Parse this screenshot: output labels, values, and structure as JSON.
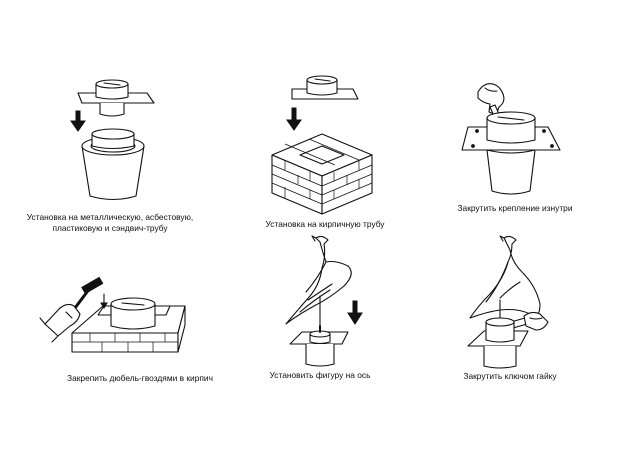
{
  "steps": [
    {
      "id": "step-1",
      "caption_lines": [
        "Установка на металлическую, асбестовую,",
        "пластиковую и сэндвич-трубу"
      ]
    },
    {
      "id": "step-2",
      "caption_lines": [
        "Установка на кирпичную трубу"
      ]
    },
    {
      "id": "step-3",
      "caption_lines": [
        "Закрутить крепление изнутри"
      ]
    },
    {
      "id": "step-4",
      "caption_lines": [
        "Закрепить дюбель-гвоздями в кирпич"
      ]
    },
    {
      "id": "step-5",
      "caption_lines": [
        "Установить фигуру на ось"
      ]
    },
    {
      "id": "step-6",
      "caption_lines": [
        "Закрутить ключом гайку"
      ]
    }
  ],
  "icons": {
    "down_arrow": "down-arrow-icon",
    "hand": "hand-icon",
    "hammer": "hammer-icon",
    "wrench": "wrench-icon"
  },
  "colors": {
    "line": "#111111",
    "background": "#ffffff"
  }
}
